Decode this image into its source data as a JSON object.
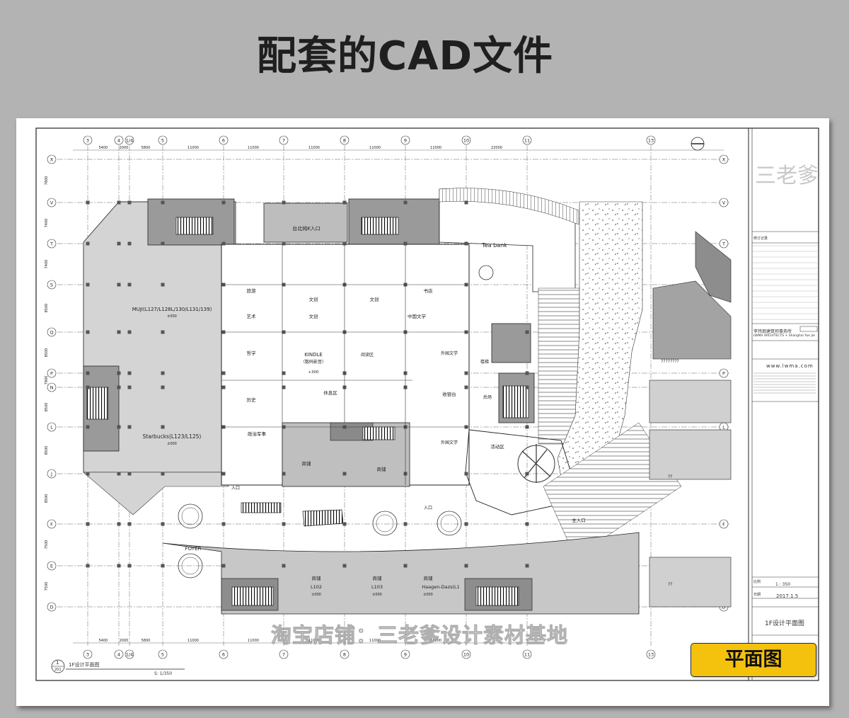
{
  "headline": "配套的CAD文件",
  "badge": "平面图",
  "watermark": "淘宝店铺：三老爹设计素材基地",
  "grid": {
    "columns": [
      "3",
      "4",
      "1/4",
      "5",
      "6",
      "7",
      "8",
      "9",
      "10",
      "11",
      "13"
    ],
    "rows": [
      "X",
      "V",
      "T",
      "S",
      "Q",
      "P",
      "N",
      "L",
      "J",
      "F",
      "E",
      "D"
    ],
    "top_dims": [
      "5400",
      "2000",
      "5800",
      "11000",
      "11000",
      "11000",
      "11000",
      "11000",
      "22000"
    ],
    "bottom_dims": [
      "5400",
      "2000",
      "5800",
      "11000",
      "11000",
      "11000",
      "11000",
      "11000"
    ],
    "left_dims": [
      "7800",
      "7400",
      "7400",
      "8500",
      "8500",
      "7900",
      "8500",
      "8500",
      "8500",
      "7500",
      "7500"
    ]
  },
  "rooms": [
    {
      "label": "MUJI(L127/L128L/130/L131/139)",
      "sub": "±000"
    },
    {
      "label": "Starbucks(L123/L125)",
      "sub": "±000"
    },
    {
      "label": "台北纯K入口"
    },
    {
      "label": "Tea bank"
    },
    {
      "label": "旅游"
    },
    {
      "label": "文创"
    },
    {
      "label": "文创"
    },
    {
      "label": "书店"
    },
    {
      "label": "艺术"
    },
    {
      "label": "文创"
    },
    {
      "label": "中国文学"
    },
    {
      "label": "哲学"
    },
    {
      "label": "KINDLE"
    },
    {
      "label": "（数码影音）"
    },
    {
      "label": "+300"
    },
    {
      "label": "阅读区"
    },
    {
      "label": "外国文学"
    },
    {
      "label": "历史"
    },
    {
      "label": "休息区"
    },
    {
      "label": "收银台"
    },
    {
      "label": "政治军事"
    },
    {
      "label": "商铺"
    },
    {
      "label": "商铺"
    },
    {
      "label": "外国文学"
    },
    {
      "label": "活动区"
    },
    {
      "label": "FOYER"
    },
    {
      "label": "商铺"
    },
    {
      "label": "L102"
    },
    {
      "label": "±000"
    },
    {
      "label": "商铺"
    },
    {
      "label": "L103"
    },
    {
      "label": "±000"
    },
    {
      "label": "商铺"
    },
    {
      "label": "Haagen-Dazs(L1"
    },
    {
      "label": "±000"
    },
    {
      "label": "??"
    },
    {
      "label": "??"
    },
    {
      "label": "????????"
    },
    {
      "label": "入口"
    },
    {
      "label": "入口"
    },
    {
      "label": "主入口"
    },
    {
      "label": "楼梯"
    },
    {
      "label": "后场"
    }
  ],
  "title_block": {
    "logo": "三老爹",
    "revision_label": "修订记录",
    "firm_cn": "李玮珉建筑师事务所",
    "firm_en": "LWMA ARCHITECTS + Shanghai Yue Jie",
    "website": "www.lwma.com",
    "scale_label": "比例",
    "scale": "1 : 350",
    "date_label": "日期",
    "date": "2017.1.5",
    "drawing_name": "1F设计平面图"
  },
  "drawing_caption": {
    "number": "1",
    "sheet": "201",
    "title": "1F设计平面图",
    "scale": "S: 1/350"
  }
}
